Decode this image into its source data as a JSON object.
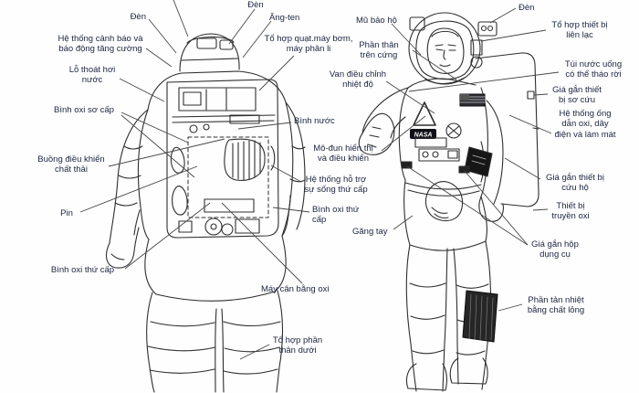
{
  "diagram": {
    "subject": "spacesuit-parts-diagram",
    "views": {
      "left": "back-view-open-backpack",
      "right": "front-view"
    }
  },
  "labels": {
    "back": {
      "lamp": "Đèn",
      "warning": "Hệ thống cảnh báo và báo động tăng cường",
      "vent": "Lỗ thoát hơi nước",
      "primary_o2": "Bình oxi sơ cấp",
      "waste": "Buồng điều khiển chất thải",
      "battery": "Pin",
      "secondary_o2_left": "Bình oxi thứ cấp",
      "lamp_top": "Đèn",
      "antenna": "Ăng-ten",
      "fan_pump": "Tổ hợp quạt.máy bơm, máy phân li",
      "water_tank": "Bình nước",
      "secondary_life": "Hệ thống hỗ trợ sự sống thứ cấp",
      "secondary_o2_center": "Bình oxi thứ cấp",
      "o2_balance": "Máy cân bằng oxi",
      "lower_torso": "Tổ hợp phần thân dưới"
    },
    "front": {
      "helmet": "Mũ bảo hộ",
      "hard_upper": "Phần thân trên cứng",
      "temp_valve": "Van điều chỉnh nhiệt độ",
      "display_module": "Mô-đun hiển thị và điều khiển",
      "gloves": "Găng tay",
      "lamp": "Đèn",
      "comm": "Tổ hợp thiết bị liên lạc",
      "water_bag": "Túi nước uống có thể tháo rời",
      "first_aid": "Giá gắn thiết bị sơ cứu",
      "o2_lines": "Hệ thống ống dẫn oxi, dây điện và làm mát",
      "rescue_mount": "Giá gắn thiết bị cứu hộ",
      "o2_transfer": "Thiết bị truyền oxi",
      "toolbox_mount": "Giá gắn hộp dụng cụ",
      "heat_sink": "Phần tản nhiệt bằng chất lỏng"
    }
  },
  "badges": {
    "nasa": "NASA"
  },
  "colors": {
    "label_text": "#1c2440",
    "line_art": "#2e2e2e",
    "leader_line": "#474747",
    "background": "#fefefe"
  }
}
